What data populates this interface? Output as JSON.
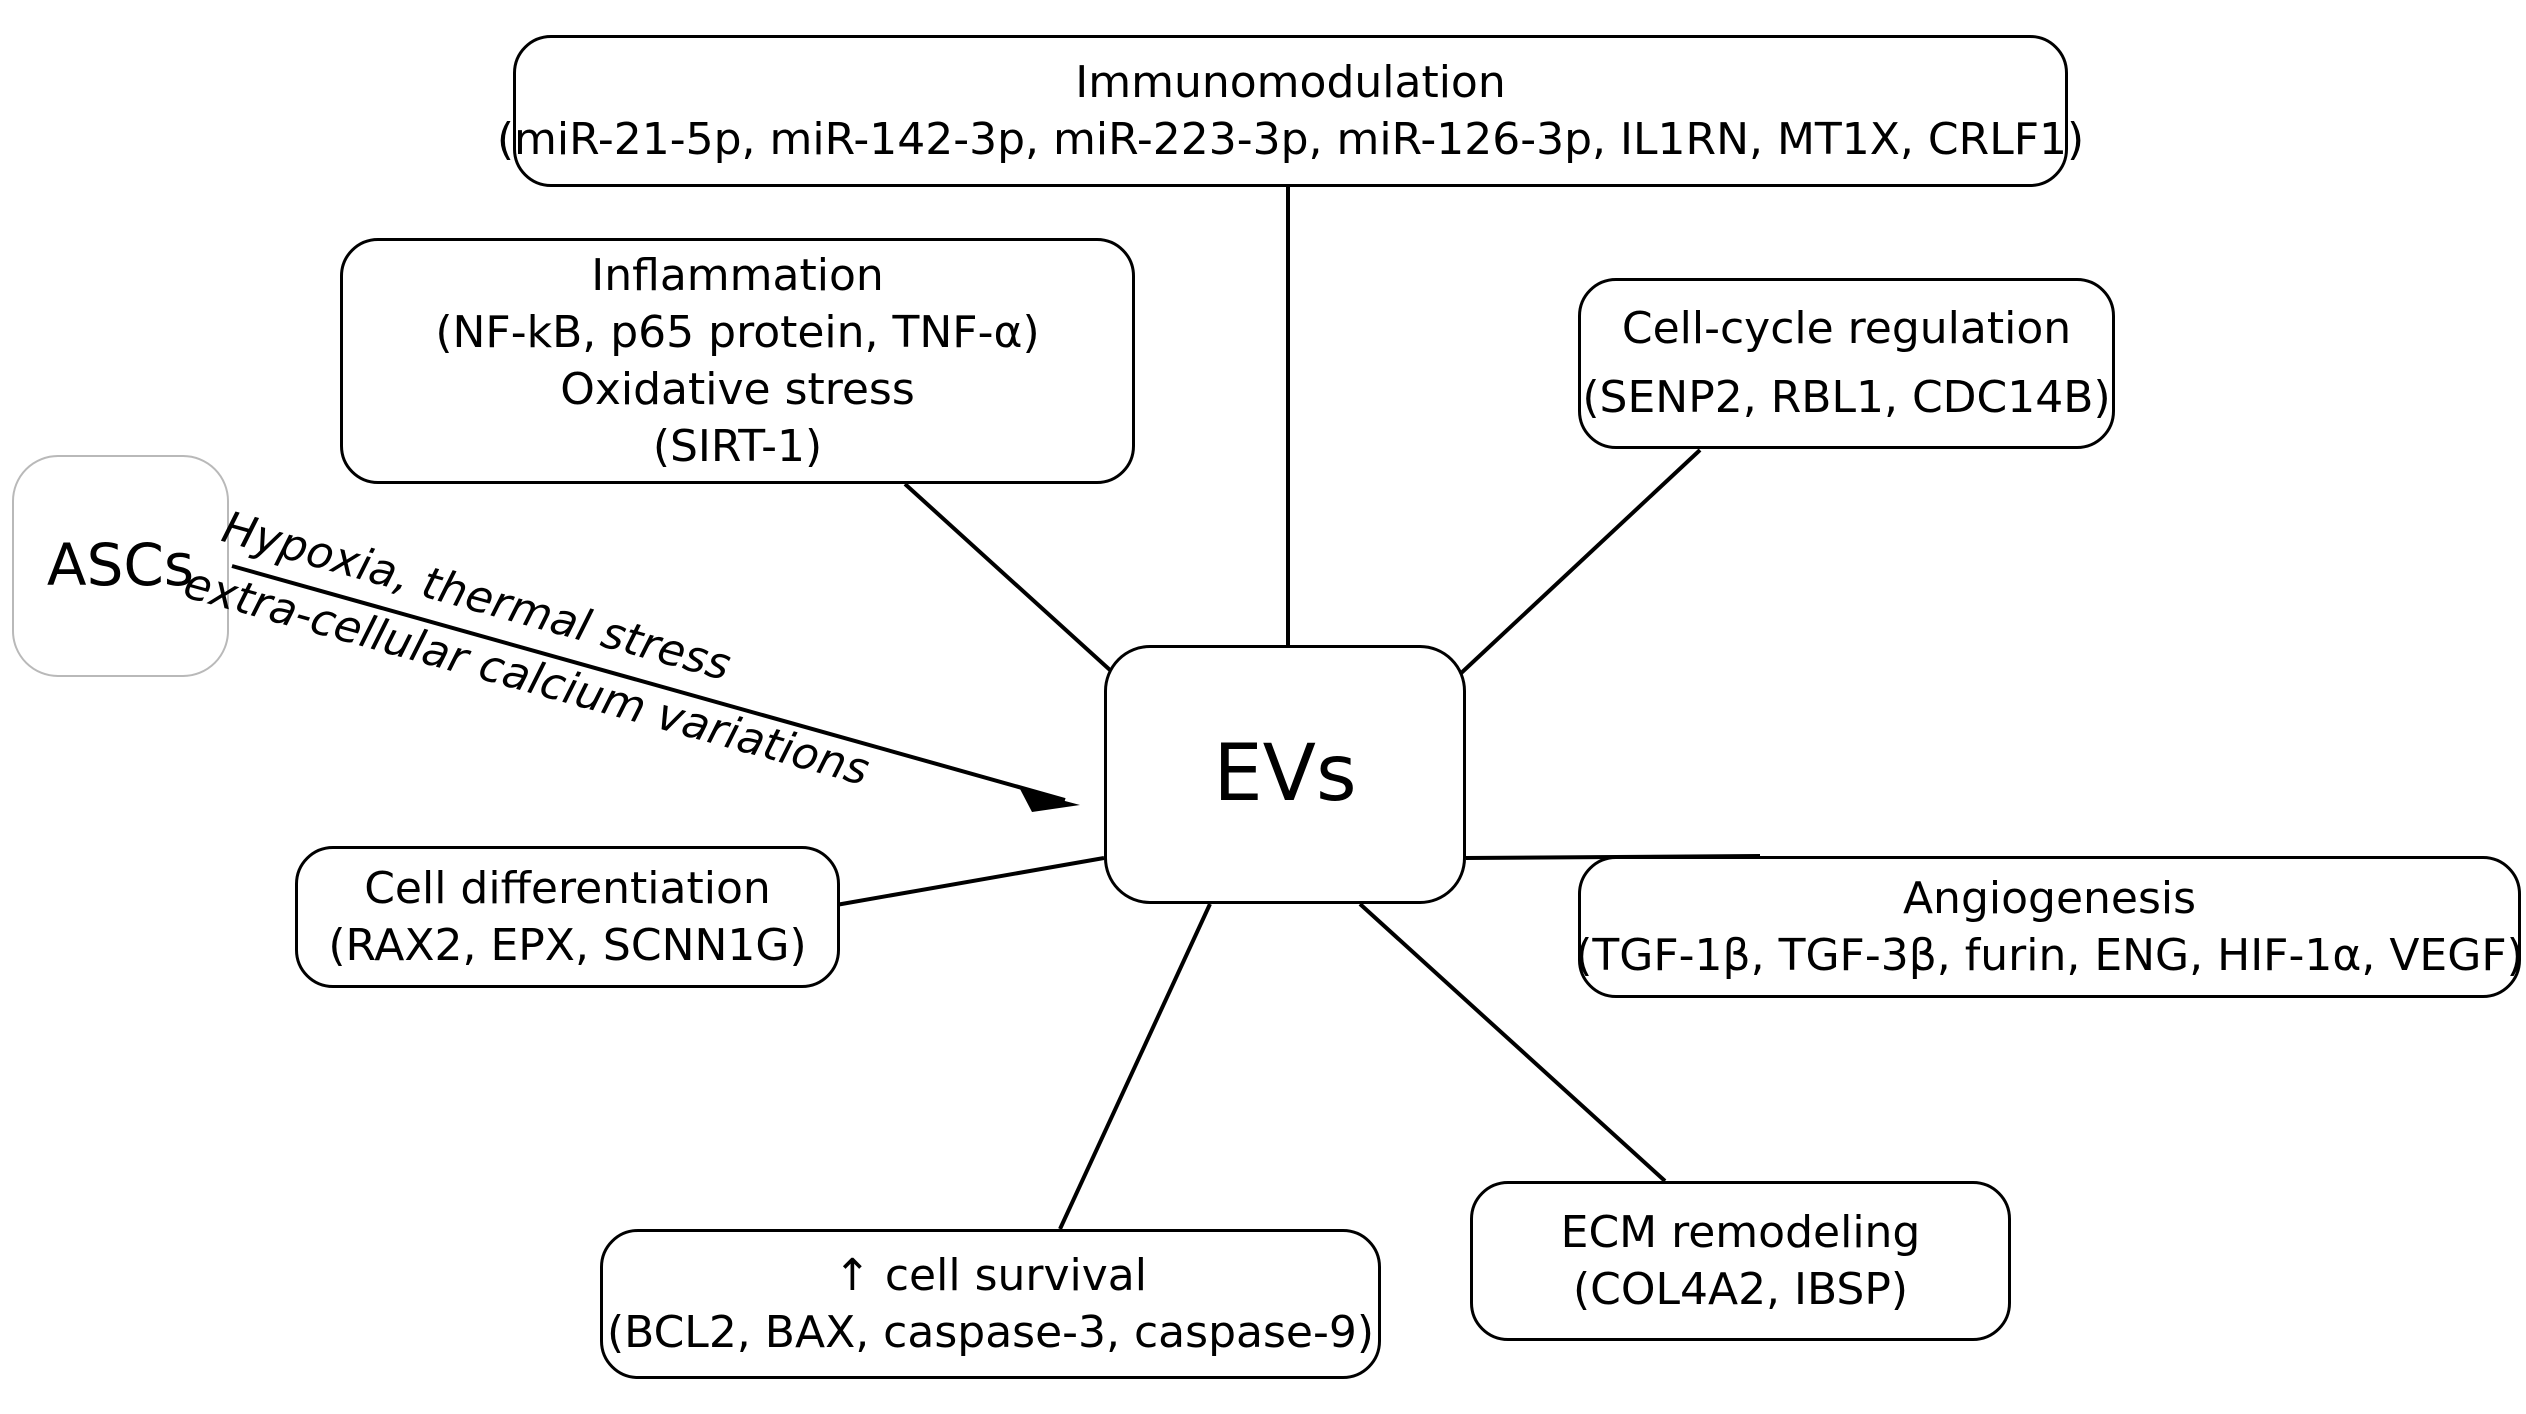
{
  "diagram": {
    "title_source": "ASCs",
    "hub": {
      "label": "EVs"
    },
    "source": {
      "label": "ASCs"
    },
    "stimuli_arrow": {
      "line1": "Hypoxia, thermal stress",
      "line2": "extra-cellular calcium variations",
      "icon": "arrow-right-icon"
    },
    "nodes": [
      {
        "id": "immunomodulation",
        "title": "Immunomodulation",
        "details": "(miR-21-5p, miR-142-3p, miR-223-3p, miR-126-3p, IL1RN, MT1X, CRLF1)"
      },
      {
        "id": "inflammation",
        "title": "Inflammation",
        "details": "(NF-kB, p65 protein, TNF-α)",
        "title2": "Oxidative stress",
        "details2": "(SIRT-1)"
      },
      {
        "id": "cell-cycle",
        "title": "Cell-cycle regulation",
        "details": "(SENP2, RBL1, CDC14B)"
      },
      {
        "id": "cell-diff",
        "title": "Cell differentiation",
        "details": "(RAX2, EPX, SCNN1G)"
      },
      {
        "id": "angiogenesis",
        "title": "Angiogenesis",
        "details": "(TGF-1β, TGF-3β, furin, ENG, HIF-1α, VEGF)"
      },
      {
        "id": "cell-survival",
        "title": "↑ cell survival",
        "details": "(BCL2, BAX, caspase-3, caspase-9)"
      },
      {
        "id": "ecm",
        "title": "ECM remodeling",
        "details": "(COL4A2, IBSP)"
      }
    ],
    "colors": {
      "stroke": "#000000",
      "source_stroke": "#b9b9b9",
      "background": "#ffffff",
      "text": "#000000"
    }
  }
}
